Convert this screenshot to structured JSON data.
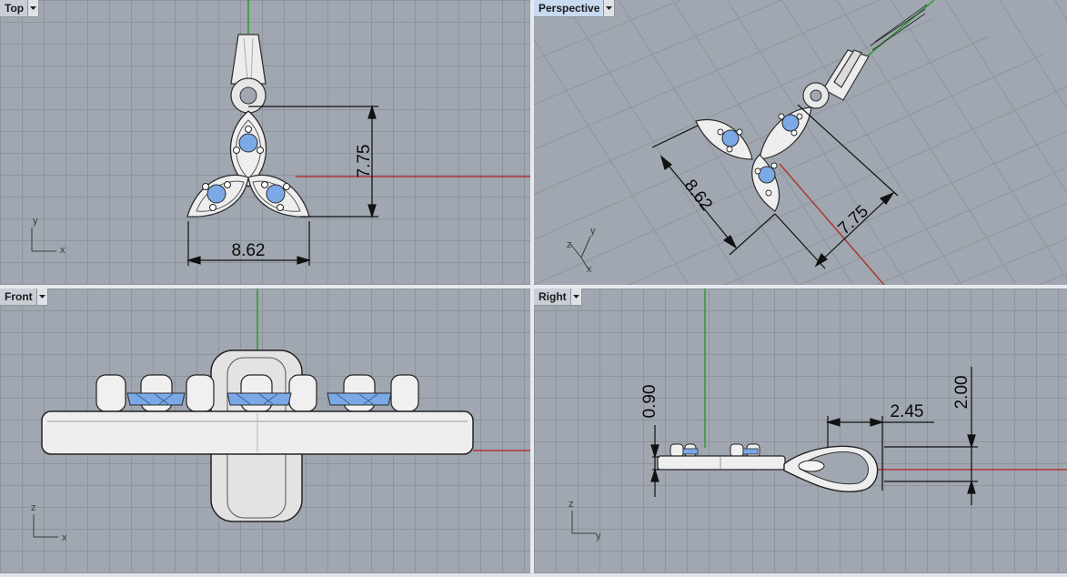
{
  "viewports": {
    "top": {
      "label": "Top",
      "dims": {
        "width": "8.62",
        "height": "7.75"
      },
      "axes": {
        "a": "y",
        "b": "x"
      }
    },
    "perspective": {
      "label": "Perspective",
      "dims": {
        "width": "8.62",
        "height": "7.75"
      },
      "axes": {
        "a": "z",
        "b": "y",
        "c": "x"
      }
    },
    "front": {
      "label": "Front",
      "axes": {
        "a": "z",
        "b": "x"
      }
    },
    "right": {
      "label": "Right",
      "dims": {
        "thickness": "0.90",
        "bail_width": "2.45",
        "bail_height": "2.00"
      },
      "axes": {
        "a": "z",
        "b": "y"
      }
    }
  },
  "colors": {
    "viewport_bg": "#a0a7b0",
    "grid": "#8d949d",
    "x_axis": "#b03535",
    "y_axis": "#2e9a2e",
    "gem": "#7aa9e6",
    "metal": "#eeeeee",
    "active_tab": "#c8d9f0"
  }
}
